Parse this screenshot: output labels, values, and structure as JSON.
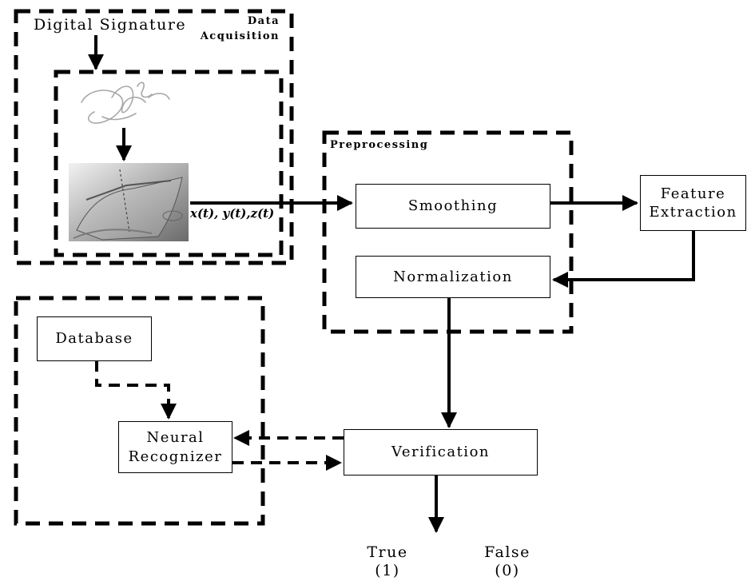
{
  "digital_signature": "Digital Signature",
  "groups": {
    "acquisition": {
      "title_line1": "Data",
      "title_line2": "Acquisition"
    },
    "preprocessing": {
      "title": "Preprocessing"
    }
  },
  "signal_label": "x(t), y(t),z(t)",
  "boxes": {
    "smoothing": "Smoothing",
    "feature_line1": "Feature",
    "feature_line2": "Extraction",
    "normalization": "Normalization",
    "database": "Database",
    "neural_line1": "Neural",
    "neural_line2": "Recognizer",
    "verification": "Verification"
  },
  "outputs": {
    "true_label": "True",
    "true_value": "(1)",
    "false_label": "False",
    "false_value": "(0)"
  }
}
